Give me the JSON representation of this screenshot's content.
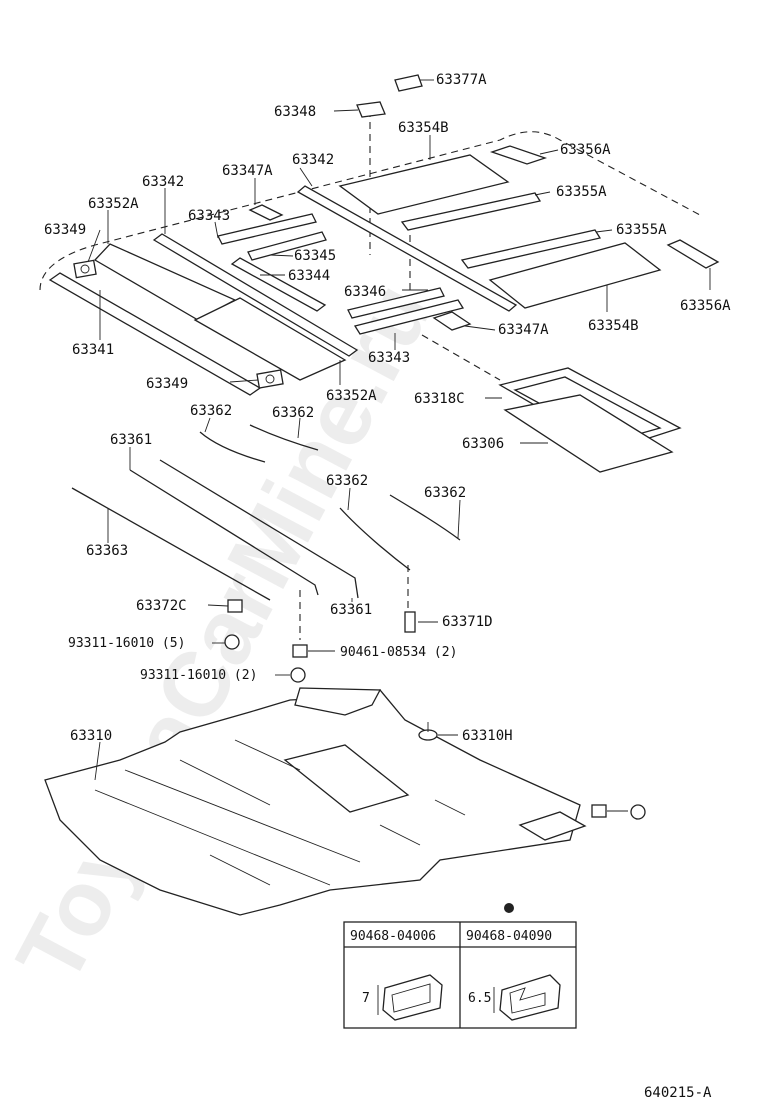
{
  "watermark": "ToyotaCarMine.ru",
  "diagram_code": "640215-A",
  "parts": {
    "p63377A": "63377A",
    "p63348": "63348",
    "p63354B_top": "63354B",
    "p63356A_top": "63356A",
    "p63342_a": "63342",
    "p63347A_top": "63347A",
    "p63355A_a": "63355A",
    "p63342_b": "63342",
    "p63352A_top": "63352A",
    "p63343_top": "63343",
    "p63355A_b": "63355A",
    "p63349_top": "63349",
    "p63345": "63345",
    "p63344": "63344",
    "p63356A_right": "63356A",
    "p63346": "63346",
    "p63341": "63341",
    "p63347A_bot": "63347A",
    "p63354B_bot": "63354B",
    "p63343_bot": "63343",
    "p63349_bot": "63349",
    "p63352A_bot": "63352A",
    "p63318C": "63318C",
    "p63362_a": "63362",
    "p63362_b": "63362",
    "p63306": "63306",
    "p63361_top": "63361",
    "p63362_c": "63362",
    "p63362_d": "63362",
    "p63363": "63363",
    "p63372C": "63372C",
    "p63361_bot": "63361",
    "p63371D": "63371D",
    "p93311_5": "93311-16010 (5)",
    "p90461": "90461-08534 (2)",
    "p93311_2": "93311-16010 (2)",
    "p63310": "63310",
    "p63310H": "63310H"
  },
  "table": {
    "left_header": "90468-04006",
    "right_header": "90468-04090",
    "left_dim": "7",
    "right_dim": "6.5"
  }
}
